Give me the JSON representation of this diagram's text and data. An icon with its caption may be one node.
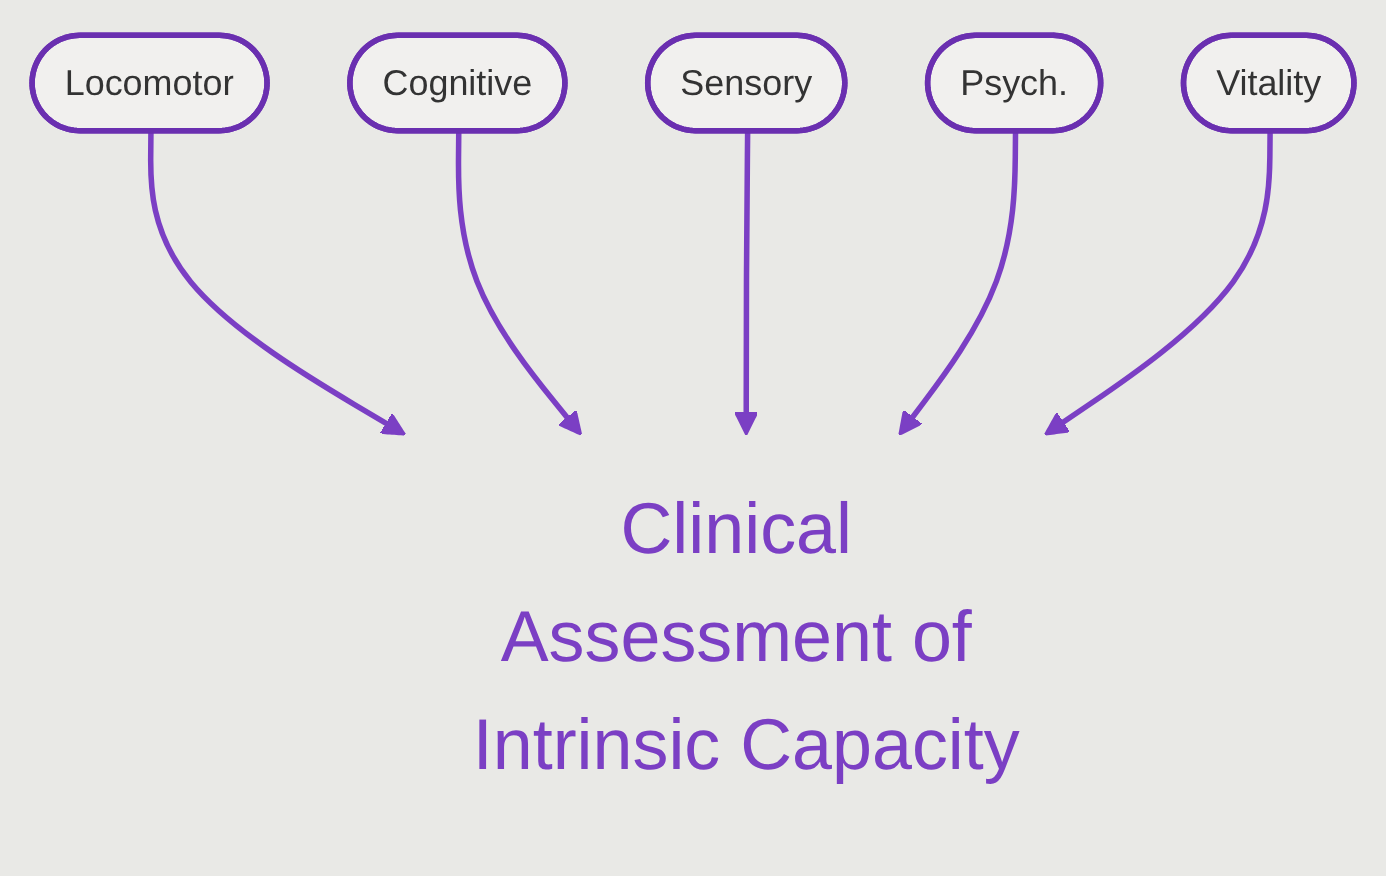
{
  "diagram": {
    "nodes": [
      {
        "text": [
          "Locomotor"
        ]
      },
      {
        "text": [
          "Cognitive"
        ]
      },
      {
        "text": [
          "Sensory"
        ]
      },
      {
        "text": [
          "Psych."
        ]
      },
      {
        "text": [
          "Vitality"
        ]
      },
      {
        "text": [
          "Clinical Assessment of Intrinsic Capacity"
        ]
      }
    ],
    "edges": [
      {
        "from": 0,
        "to": 5,
        "arrow": "to"
      },
      {
        "from": 1,
        "to": 5,
        "arrow": "to"
      },
      {
        "from": 2,
        "to": 5,
        "arrow": "to"
      },
      {
        "from": 3,
        "to": 5,
        "arrow": "to"
      },
      {
        "from": 4,
        "to": 5,
        "arrow": "to"
      }
    ]
  }
}
